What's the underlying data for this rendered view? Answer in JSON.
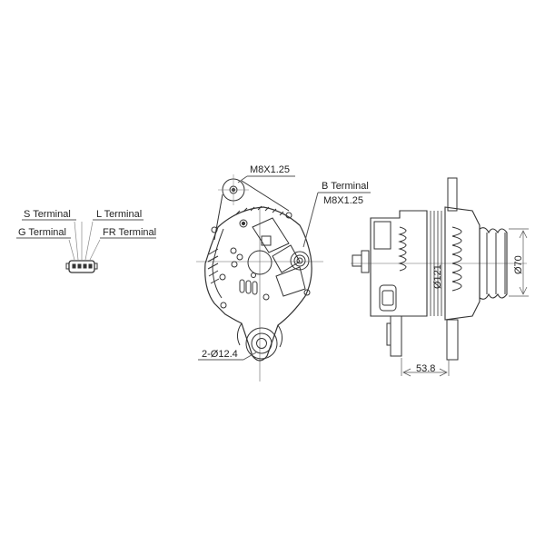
{
  "diagram": {
    "subject": "Alternator dimensional drawing",
    "views": [
      "connector",
      "rear-view",
      "side-view"
    ],
    "stroke_color": "#333333",
    "background": "#ffffff"
  },
  "connector": {
    "labels": {
      "s_terminal": "S Terminal",
      "l_terminal": "L Terminal",
      "g_terminal": "G Terminal",
      "fr_terminal": "FR Terminal"
    },
    "pin_count": 4
  },
  "rear_view": {
    "mount_thread": "M8X1.25",
    "b_terminal_label": "B Terminal",
    "b_terminal_thread": "M8X1.25",
    "mount_holes": "2-Ø12.4"
  },
  "side_view": {
    "body_diameter": "Ø121",
    "pulley_diameter": "Ø70",
    "mount_offset": "53.8"
  }
}
